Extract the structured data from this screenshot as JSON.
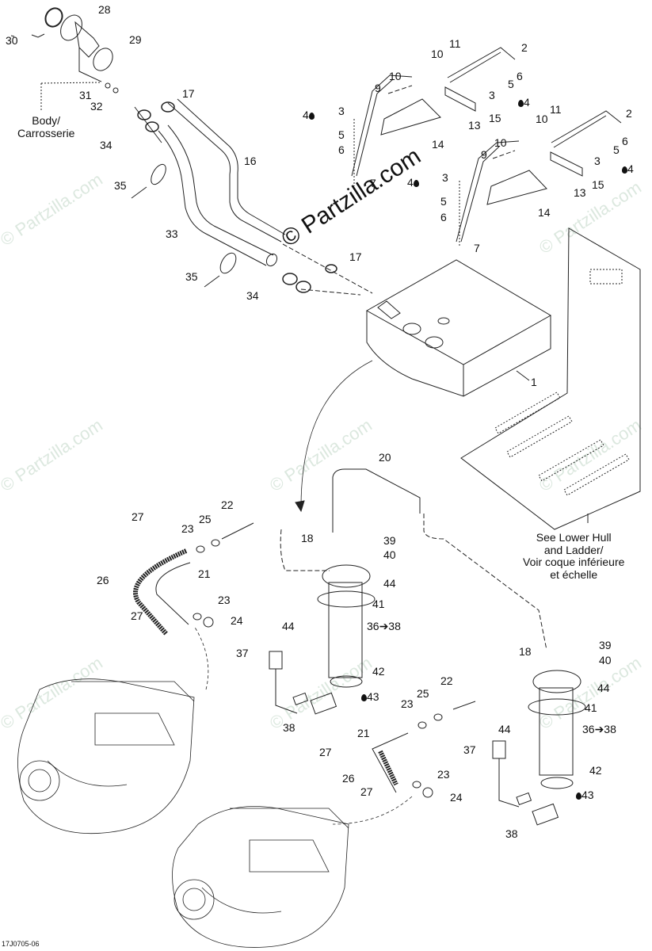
{
  "diagram": {
    "watermark": "© Partzilla.com",
    "drawing_code": "17J0705-06",
    "notes": {
      "body": [
        "Body/",
        "Carrosserie"
      ],
      "lower_hull": [
        "See Lower Hull",
        "and Ladder/",
        "Voir coque inférieure",
        "et échelle"
      ]
    },
    "callouts": [
      {
        "id": "c28",
        "text": "28"
      },
      {
        "id": "c30",
        "text": "30"
      },
      {
        "id": "c29",
        "text": "29"
      },
      {
        "id": "c31",
        "text": "31"
      },
      {
        "id": "c32",
        "text": "32"
      },
      {
        "id": "c17a",
        "text": "17"
      },
      {
        "id": "c34a",
        "text": "34"
      },
      {
        "id": "c16",
        "text": "16"
      },
      {
        "id": "c35a",
        "text": "35"
      },
      {
        "id": "c33",
        "text": "33"
      },
      {
        "id": "c35b",
        "text": "35"
      },
      {
        "id": "c34b",
        "text": "34"
      },
      {
        "id": "c17b",
        "text": "17"
      },
      {
        "id": "c11a",
        "text": "11"
      },
      {
        "id": "c10a",
        "text": "10"
      },
      {
        "id": "c2a",
        "text": "2"
      },
      {
        "id": "c10b",
        "text": "10"
      },
      {
        "id": "c9a",
        "text": "9"
      },
      {
        "id": "c6a",
        "text": "6"
      },
      {
        "id": "c5a",
        "text": "5"
      },
      {
        "id": "c3a",
        "text": "3"
      },
      {
        "id": "c4a",
        "text": "4"
      },
      {
        "id": "c15a",
        "text": "15"
      },
      {
        "id": "c13a",
        "text": "13"
      },
      {
        "id": "c14a",
        "text": "14"
      },
      {
        "id": "c4b",
        "text": "4"
      },
      {
        "id": "c3b",
        "text": "3"
      },
      {
        "id": "c5b",
        "text": "5"
      },
      {
        "id": "c6b",
        "text": "6"
      },
      {
        "id": "c7a",
        "text": "7"
      },
      {
        "id": "c11b",
        "text": "11"
      },
      {
        "id": "c10c",
        "text": "10"
      },
      {
        "id": "c2b",
        "text": "2"
      },
      {
        "id": "c10d",
        "text": "10"
      },
      {
        "id": "c9b",
        "text": "9"
      },
      {
        "id": "c6c",
        "text": "6"
      },
      {
        "id": "c5c",
        "text": "5"
      },
      {
        "id": "c3c",
        "text": "3"
      },
      {
        "id": "c4c",
        "text": "4"
      },
      {
        "id": "c15b",
        "text": "15"
      },
      {
        "id": "c13b",
        "text": "13"
      },
      {
        "id": "c14b",
        "text": "14"
      },
      {
        "id": "c4d",
        "text": "4"
      },
      {
        "id": "c3d",
        "text": "3"
      },
      {
        "id": "c5d",
        "text": "5"
      },
      {
        "id": "c6d",
        "text": "6"
      },
      {
        "id": "c7b",
        "text": "7"
      },
      {
        "id": "c1",
        "text": "1"
      },
      {
        "id": "c20",
        "text": "20"
      },
      {
        "id": "c27a",
        "text": "27"
      },
      {
        "id": "c22a",
        "text": "22"
      },
      {
        "id": "c23a",
        "text": "23"
      },
      {
        "id": "c25a",
        "text": "25"
      },
      {
        "id": "c26a",
        "text": "26"
      },
      {
        "id": "c21a",
        "text": "21"
      },
      {
        "id": "c23b",
        "text": "23"
      },
      {
        "id": "c24a",
        "text": "24"
      },
      {
        "id": "c27b",
        "text": "27"
      },
      {
        "id": "c18a",
        "text": "18"
      },
      {
        "id": "c39a",
        "text": "39"
      },
      {
        "id": "c40a",
        "text": "40"
      },
      {
        "id": "c44a",
        "text": "44"
      },
      {
        "id": "c41a",
        "text": "41"
      },
      {
        "id": "c44b",
        "text": "44"
      },
      {
        "id": "c3638a",
        "text": "36➔38"
      },
      {
        "id": "c37a",
        "text": "37"
      },
      {
        "id": "c42a",
        "text": "42"
      },
      {
        "id": "c43a",
        "text": "43"
      },
      {
        "id": "c38a",
        "text": "38"
      },
      {
        "id": "c18b",
        "text": "18"
      },
      {
        "id": "c39b",
        "text": "39"
      },
      {
        "id": "c40b",
        "text": "40"
      },
      {
        "id": "c44c",
        "text": "44"
      },
      {
        "id": "c41b",
        "text": "41"
      },
      {
        "id": "c44d",
        "text": "44"
      },
      {
        "id": "c3638b",
        "text": "36➔38"
      },
      {
        "id": "c37b",
        "text": "37"
      },
      {
        "id": "c42b",
        "text": "42"
      },
      {
        "id": "c43b",
        "text": "43"
      },
      {
        "id": "c38b",
        "text": "38"
      },
      {
        "id": "c22b",
        "text": "22"
      },
      {
        "id": "c25b",
        "text": "25"
      },
      {
        "id": "c23c",
        "text": "23"
      },
      {
        "id": "c21b",
        "text": "21"
      },
      {
        "id": "c27c",
        "text": "27"
      },
      {
        "id": "c26b",
        "text": "26"
      },
      {
        "id": "c27d",
        "text": "27"
      },
      {
        "id": "c23d",
        "text": "23"
      },
      {
        "id": "c24b",
        "text": "24"
      }
    ]
  }
}
